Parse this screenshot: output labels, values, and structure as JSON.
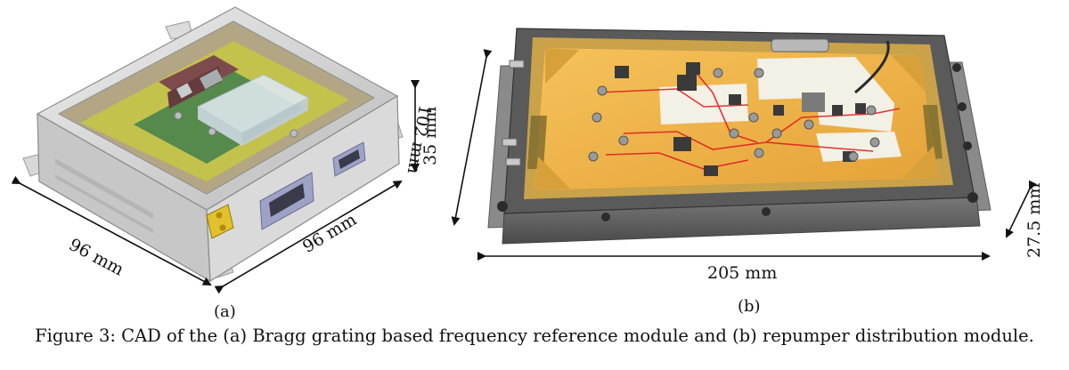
{
  "figure": {
    "panel_a": {
      "label": "(a)",
      "dims": {
        "width": "96 mm",
        "depth": "96 mm",
        "height": "35 mm"
      }
    },
    "panel_b": {
      "label": "(b)",
      "dims": {
        "width": "205 mm",
        "depth": "102 mm",
        "height": "27.5 mm"
      }
    },
    "caption": "Figure 3: CAD of the (a) Bragg grating based frequency reference module and (b) repumper distribution module."
  }
}
